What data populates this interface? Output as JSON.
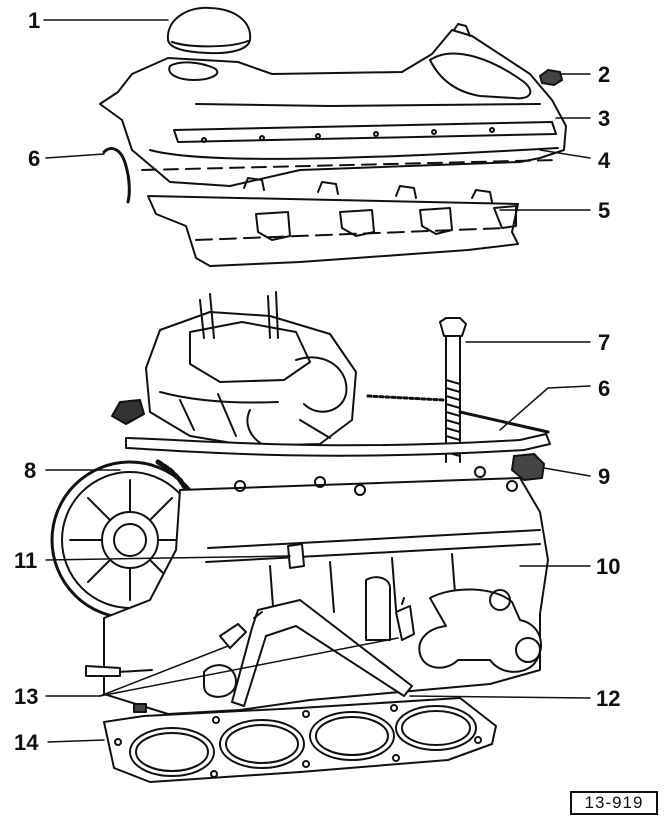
{
  "figure": {
    "reference_code": "13-919",
    "callouts": [
      "1",
      "2",
      "3",
      "4",
      "5",
      "6",
      "6",
      "7",
      "8",
      "9",
      "10",
      "11",
      "12",
      "13",
      "14"
    ]
  }
}
